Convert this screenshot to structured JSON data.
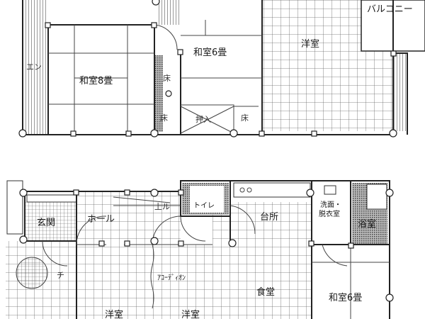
{
  "upper_floor": {
    "rooms": {
      "balcony": "バルコニー",
      "western_room": "洋室",
      "japanese_room_6": "和室6畳",
      "japanese_room_8": "和室8畳",
      "engawa": "エン",
      "alcove_1": "床",
      "alcove_2": "床",
      "closet": "押入",
      "alcove_3": "床"
    }
  },
  "lower_floor": {
    "rooms": {
      "entrance": "玄関",
      "hall": "ホール",
      "stairs_up": "上ル",
      "toilet": "トイレ",
      "kitchen": "台所",
      "washroom": "洗面・",
      "dressing_room": "脱衣室",
      "bathroom": "浴室",
      "dining": "食堂",
      "japanese_room_6": "和室6畳",
      "western_room_1": "洋室",
      "western_room_2": "洋室",
      "porch": "チ",
      "partition_note": "ｱｺｰﾃﾞｨｵﾝ"
    }
  }
}
